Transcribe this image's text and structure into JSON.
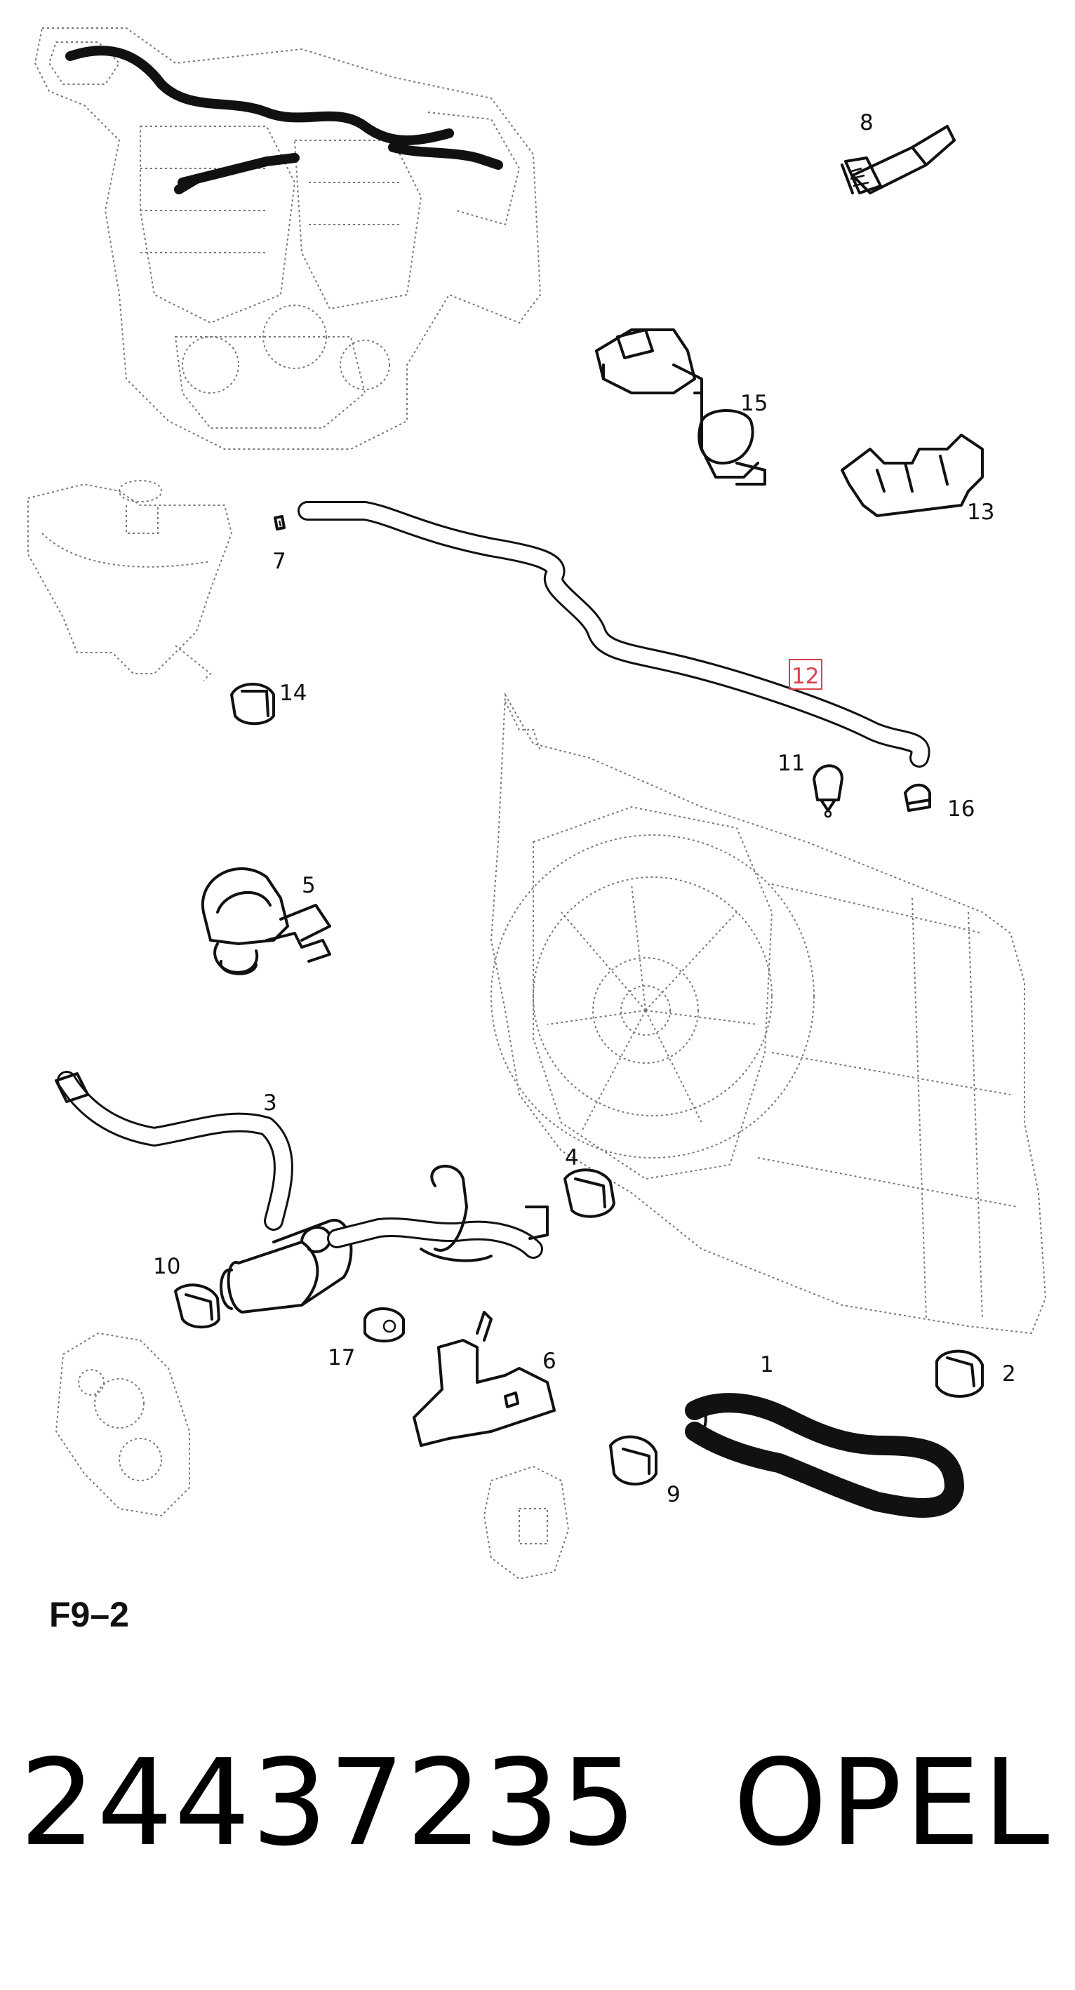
{
  "callouts": [
    {
      "id": "label-1",
      "text": "1"
    },
    {
      "id": "label-2",
      "text": "2"
    },
    {
      "id": "label-3",
      "text": "3"
    },
    {
      "id": "label-4",
      "text": "4"
    },
    {
      "id": "label-5",
      "text": "5"
    },
    {
      "id": "label-6",
      "text": "6"
    },
    {
      "id": "label-7",
      "text": "7"
    },
    {
      "id": "label-8",
      "text": "8"
    },
    {
      "id": "label-9",
      "text": "9"
    },
    {
      "id": "label-10",
      "text": "10"
    },
    {
      "id": "label-11",
      "text": "11"
    },
    {
      "id": "label-12",
      "text": "12"
    },
    {
      "id": "label-13",
      "text": "13"
    },
    {
      "id": "label-14",
      "text": "14"
    },
    {
      "id": "label-15",
      "text": "15"
    },
    {
      "id": "label-16",
      "text": "16"
    },
    {
      "id": "label-17",
      "text": "17"
    }
  ],
  "highlighted_callout": "12",
  "highlight_color": "#d9434a",
  "sheet_code": "F9–2",
  "part_number": "24437235",
  "brand": "OPEL"
}
